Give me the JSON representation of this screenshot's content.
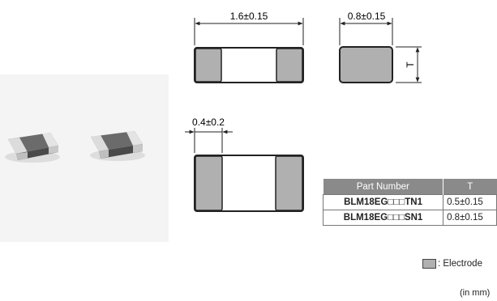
{
  "dimensions": {
    "length": "1.6±0.15",
    "width": "0.8±0.15",
    "thickness": "T",
    "electrode_length": "0.4±0.2"
  },
  "table": {
    "headers": [
      "Part Number",
      "T"
    ],
    "rows": [
      {
        "part_number": "BLM18EG□□□TN1",
        "t": "0.5±0.15"
      },
      {
        "part_number": "BLM18EG□□□SN1",
        "t": "0.8±0.15"
      }
    ]
  },
  "legend": {
    "label": ": Electrode"
  },
  "units": "(in mm)",
  "colors": {
    "electrode": "#b0b0b0",
    "outline": "#222222",
    "header_bg": "#8a8a8a"
  }
}
